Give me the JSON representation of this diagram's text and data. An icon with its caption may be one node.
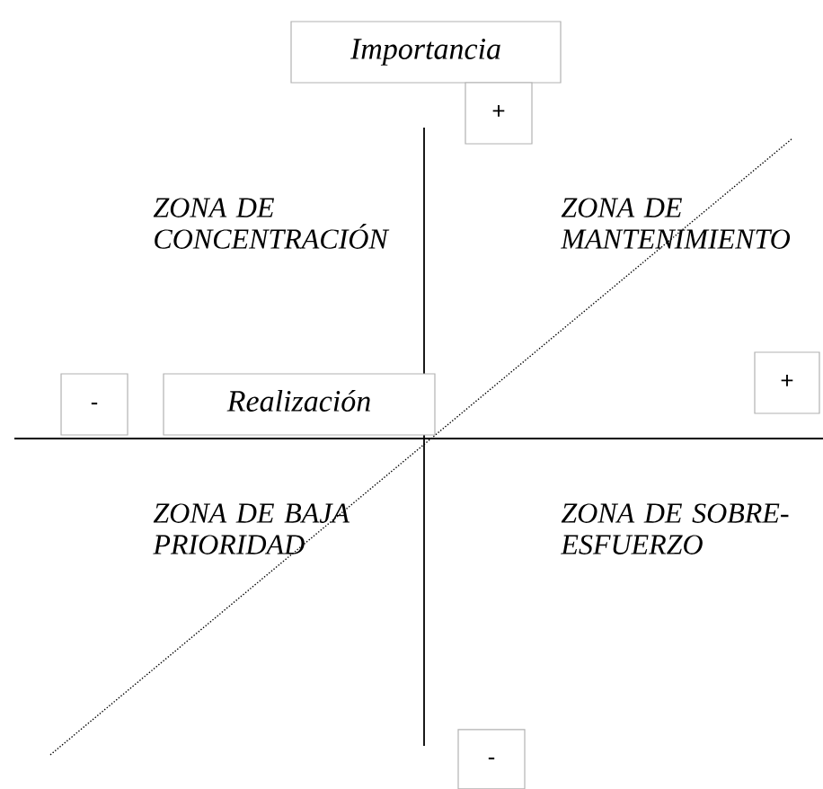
{
  "diagram": {
    "nodes": [
      {
        "text": [
          "Importancia"
        ]
      },
      {
        "text": [
          "+"
        ]
      },
      {
        "text": [
          "-"
        ]
      },
      {
        "text": [
          "Realización"
        ]
      },
      {
        "text": [
          "+"
        ]
      },
      {
        "text": [
          "-"
        ]
      }
    ],
    "labels": [
      "ZONA DE CONCENTRACIÓN",
      "ZONA DE MANTENIMIENTO",
      "ZONA DE BAJA PRIORIDAD",
      "ZONA DE SOBRE-ESFUERZO"
    ]
  }
}
